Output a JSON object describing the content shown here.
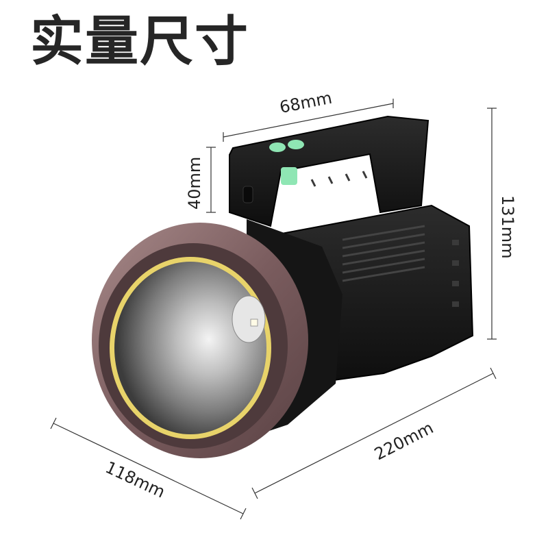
{
  "title": "实量尺寸",
  "dimensions": {
    "handle_width": "68mm",
    "handle_height": "40mm",
    "total_height": "131mm",
    "length": "220mm",
    "head_diameter": "118mm"
  },
  "colors": {
    "body": "#1a1a1a",
    "bezel": "#8a6a6c",
    "gold_ring": "#e8d36a",
    "button_green": "#8fe6b4",
    "dimension_line": "#333333"
  }
}
